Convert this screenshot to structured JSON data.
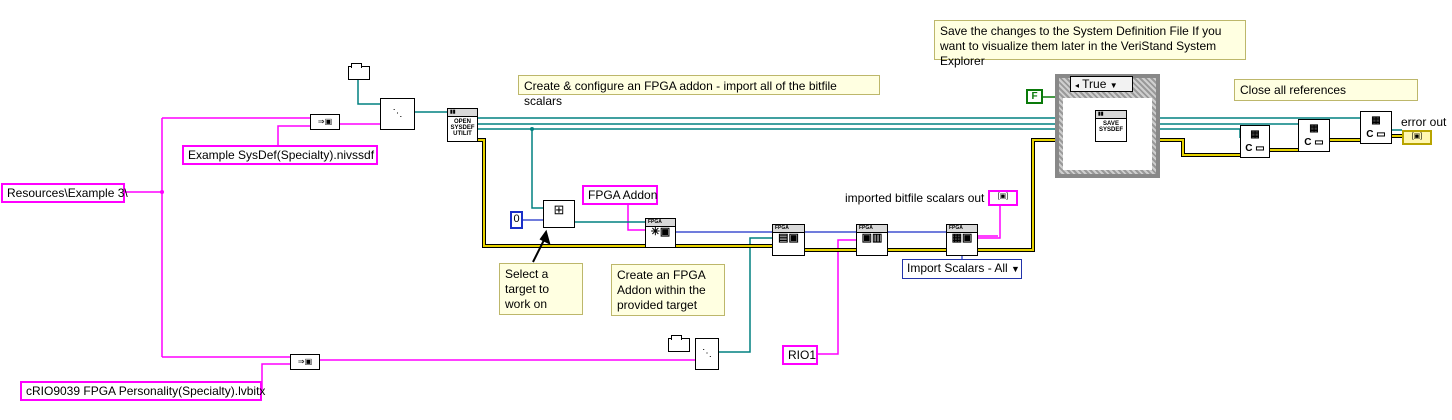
{
  "comments": {
    "save_note": "Save the changes to the System Definition File If you want to visualize them later in the VeriStand System Explorer",
    "create_note": "Create & configure an FPGA addon - import all of the bitfile scalars",
    "close_note": "Close all references",
    "select_note": "Select a target to work on",
    "create_addon_note": "Create an FPGA Addon within the provided target"
  },
  "constants": {
    "resources_path": "Resources\\Example 3\\",
    "sysdef_path": "Example SysDef(Specialty).nivssdf",
    "bitfile_path": "cRIO9039 FPGA Personality(Specialty).lvbitx",
    "fpga_addon": "FPGA Addon",
    "rio1": "RIO1",
    "index_zero": "0",
    "bool_false": "F"
  },
  "case_structure": {
    "selector": "True"
  },
  "import_ring": {
    "value": "Import Scalars - All"
  },
  "labels": {
    "scalars_out": "imported bitfile scalars out",
    "error_out": "error out"
  },
  "vis": {
    "open_sysdef": "OPEN SYSDEF UTILIT",
    "save_sysdef": "SAVE SYSDEF",
    "fpga_tag": "FPGA"
  },
  "colors": {
    "path_wire": "#ff00ff",
    "refnum_wire": "#008080",
    "error_wire": "#c8b400",
    "comment_bg": "#ffffe1"
  }
}
